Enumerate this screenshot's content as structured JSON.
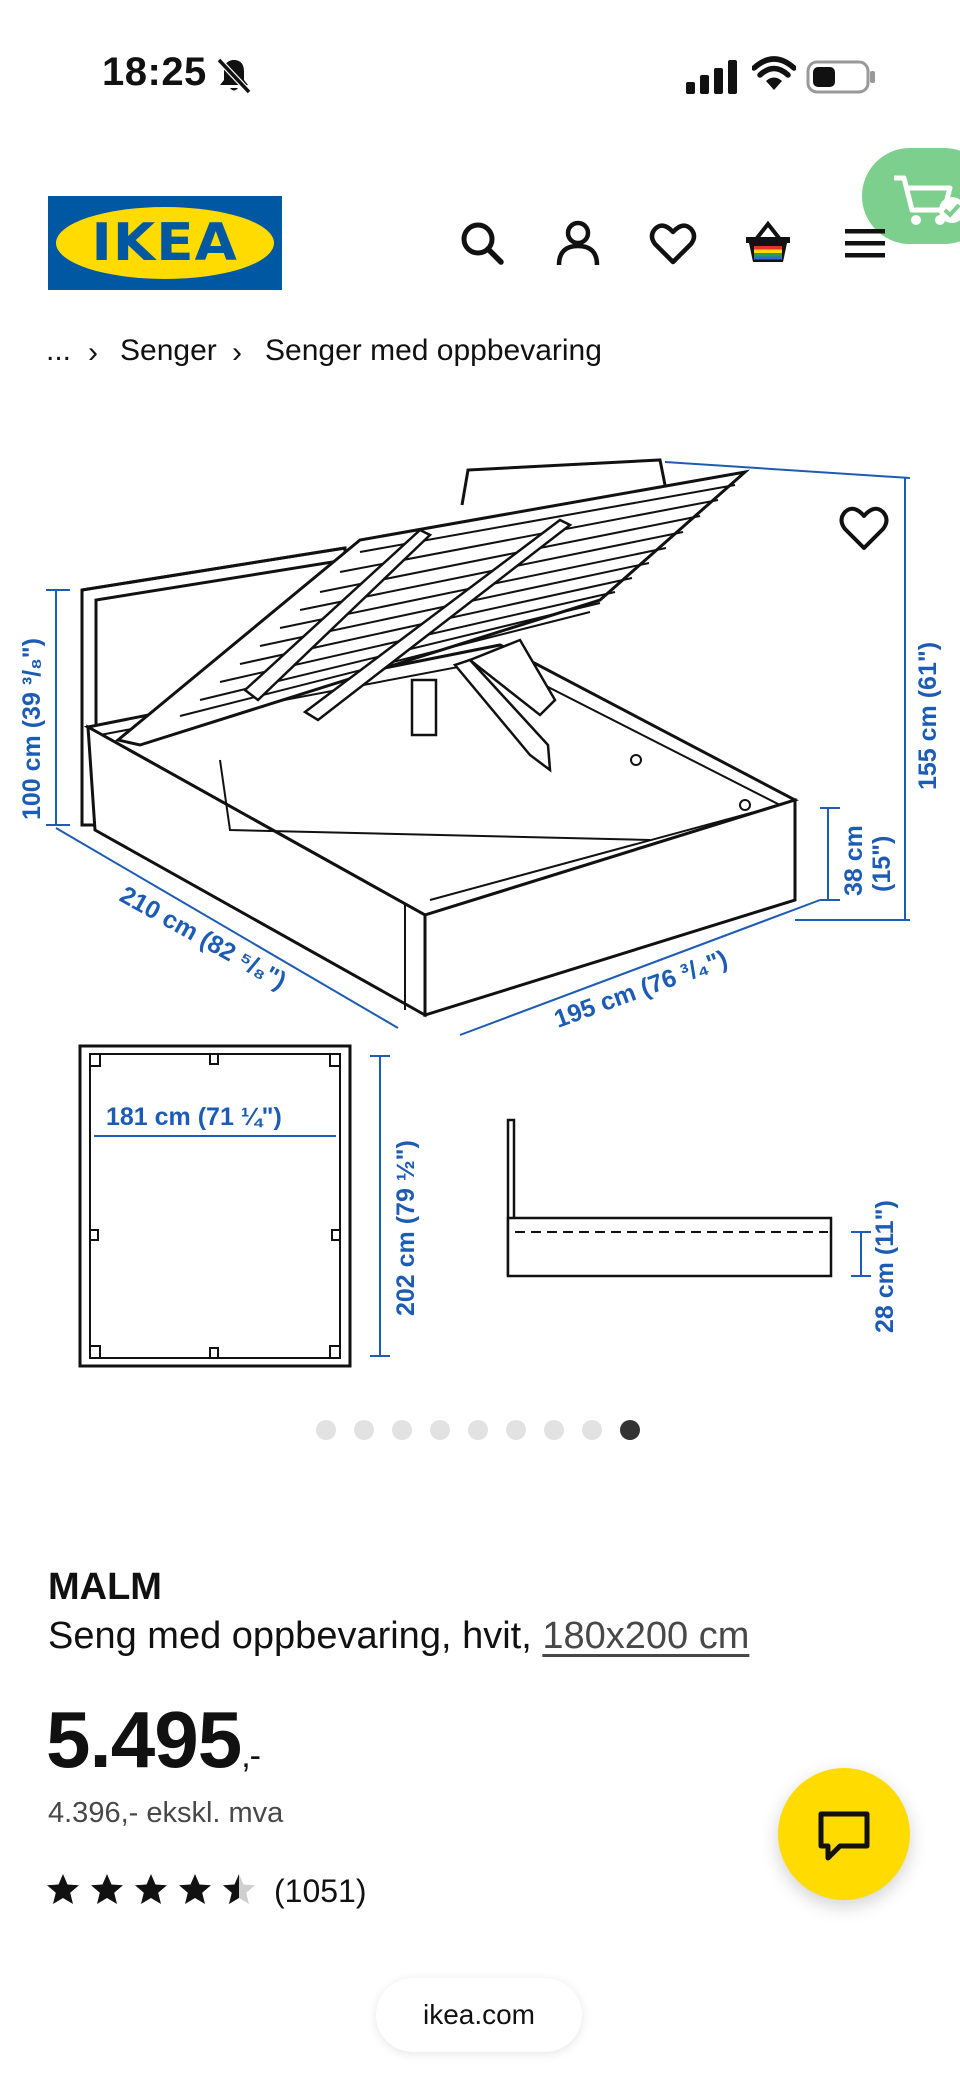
{
  "status_bar": {
    "time": "18:25"
  },
  "header": {
    "logo_text": "IKEA",
    "icons": [
      "search-icon",
      "account-icon",
      "favourites-icon",
      "basket-icon",
      "menu-icon"
    ]
  },
  "breadcrumb": {
    "items": [
      "...",
      "Senger",
      "Senger med oppbevaring"
    ]
  },
  "gallery": {
    "total_images": 9,
    "active_index": 9,
    "dimensions": {
      "headboard_height": "100 cm (39 ³/₈\")",
      "length": "210 cm (82 ⁵/₈\")",
      "width": "195 cm (76 ³/₄\")",
      "total_height": "155 cm (61\")",
      "side_height_cm": "38 cm",
      "side_height_in": "(15\")",
      "inner_width": "181 cm (71 ¼\")",
      "inner_length": "202 cm (79 ½\")",
      "clearance": "28 cm (11\")"
    }
  },
  "product": {
    "name": "MALM",
    "description_prefix": "Seng med oppbevaring, hvit,",
    "size_link": "180x200 cm",
    "price": "5.495",
    "price_suffix": ",-",
    "price_excl_vat": "4.396,- ekskl. mva",
    "rating": 4.5,
    "rating_max": 5,
    "review_count": "(1051)"
  },
  "browser": {
    "url": "ikea.com"
  },
  "colors": {
    "ikea_blue": "#0058a3",
    "ikea_yellow": "#ffdb00",
    "cart_green": "#7ccf8c",
    "dimension_blue": "#1c5cb5"
  }
}
